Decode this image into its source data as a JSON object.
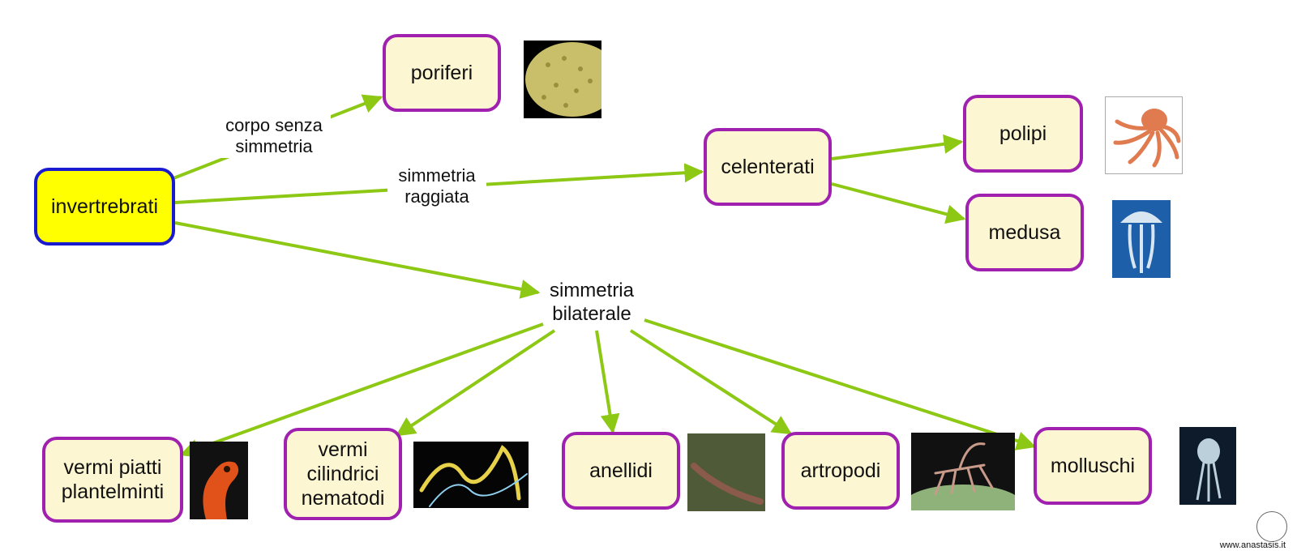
{
  "nodes": {
    "root": "invertrebrati",
    "poriferi": "poriferi",
    "celenterati": "celenterati",
    "polipi": "polipi",
    "medusa": "medusa",
    "vermi_piatti": "vermi piatti\nplantelminti",
    "vermi_cilindrici": "vermi\ncilindrici\nnematodi",
    "anellidi": "anellidi",
    "artropodi": "artropodi",
    "molluschi": "molluschi"
  },
  "edge_labels": {
    "senza_simmetria": "corpo senza\nsimmetria",
    "raggiata": "simmetria\nraggiata",
    "bilaterale": "simmetria\nbilaterale"
  },
  "images": {
    "sponge": "sponge-photo",
    "octopus": "octopus-photo",
    "jellyfish": "jellyfish-photo",
    "flatworm": "flatworm-photo",
    "nematode": "nematode-photo",
    "earthworm": "earthworm-photo",
    "arthropod": "arthropod-photo",
    "squid": "squid-photo"
  },
  "footer": {
    "site": "www.anastasis.it"
  },
  "colors": {
    "arrow": "#8cc814",
    "node_border": "#a020b0",
    "root_border": "#1a1ad0",
    "root_fill": "#ffff00",
    "node_fill": "#fdf6d2"
  }
}
